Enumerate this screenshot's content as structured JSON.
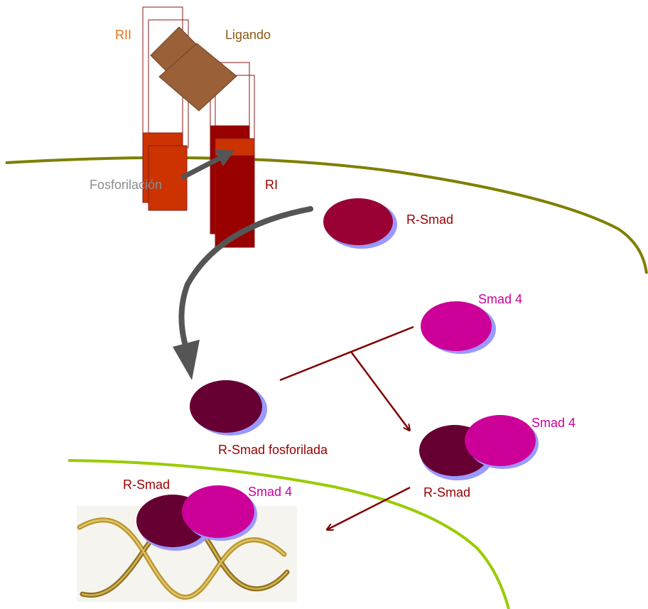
{
  "labels": {
    "rii": "RII",
    "ligando": "Ligando",
    "fosforilacion": "Fosforilación",
    "ri": "RI",
    "rsmad_top": "R-Smad",
    "smad4_top": "Smad 4",
    "rsmad_fosforilada": "R-Smad fosforilada",
    "complex_smad4": "Smad 4",
    "complex_rsmad": "R-Smad",
    "nuclear_rsmad": "R-Smad",
    "nuclear_smad4": "Smad 4"
  },
  "colors": {
    "rii_label": "#E8731A",
    "ligando_label": "#8B5A14",
    "ligand_fill": "#9A6038",
    "fosforilacion_label": "#8C8C8C",
    "receptor_outline": "#8B1A1A",
    "rii_fill": "#CC3300",
    "ri_fill": "#990000",
    "cell_membrane": "#7F7F00",
    "nuclear_membrane": "#99CC00",
    "rsmad_fill": "#990033",
    "phospho_rsmad_fill": "#660033",
    "smad4_fill": "#CC0099",
    "smad_shadow": "#9999FF",
    "arrow_gray": "#555555",
    "arrow_dark_red": "#800000",
    "label_dark_red": "#990000",
    "label_magenta": "#CC0099",
    "dna_gold": "#B8962E"
  },
  "icons": {
    "dna": "dna-helix-icon"
  }
}
